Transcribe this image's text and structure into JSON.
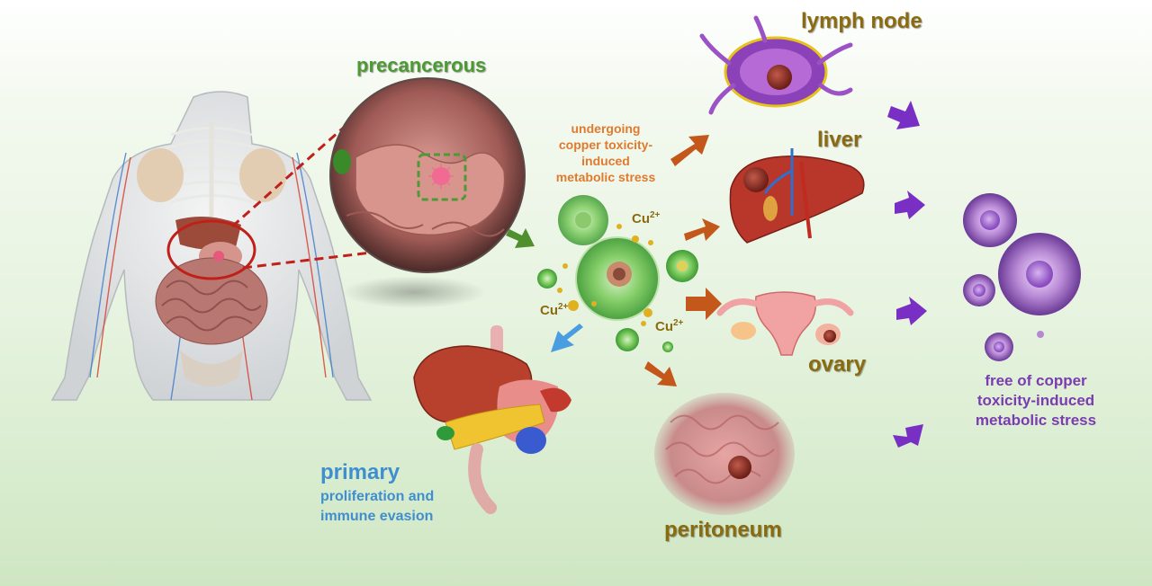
{
  "labels": {
    "precancerous": "precancerous",
    "lymph_node": "lymph node",
    "liver": "liver",
    "ovary": "ovary",
    "peritoneum": "peritoneum",
    "stress_line1": "undergoing",
    "stress_line2": "copper toxicity-",
    "stress_line3": "induced",
    "stress_line4": "metabolic stress",
    "primary": "primary",
    "primary_line1": "proliferation and",
    "primary_line2": "immune evasion",
    "free_line1": "free of copper",
    "free_line2": "toxicity-induced",
    "free_line3": "metabolic stress",
    "cu_1": "Cu",
    "cu_2": "Cu",
    "cu_3": "Cu",
    "cu_sup": "2+"
  },
  "colors": {
    "precancerous": "#4d9a35",
    "organ_label": "#8a6b10",
    "stress_text": "#e07a2e",
    "primary": "#3f8fd0",
    "free_text": "#7a3cb0",
    "orange_arrow": "#c4571a",
    "purple_arrow": "#7a2fc4",
    "blue_arrow": "#4a9de0",
    "green_arrow": "#4f8f2e",
    "red_dash": "#c0201a"
  },
  "icons": {
    "body": "human-body-anatomy-icon",
    "stomach_zoom": "stomach-magnified-icon",
    "cell_cluster": "copper-stressed-cells-icon",
    "lymph": "lymph-node-icon",
    "liver": "liver-icon",
    "ovary": "uterus-ovary-icon",
    "peritoneum": "peritoneum-intestine-icon",
    "digestive": "digestive-organs-icon",
    "free_cells": "free-cells-icon"
  }
}
